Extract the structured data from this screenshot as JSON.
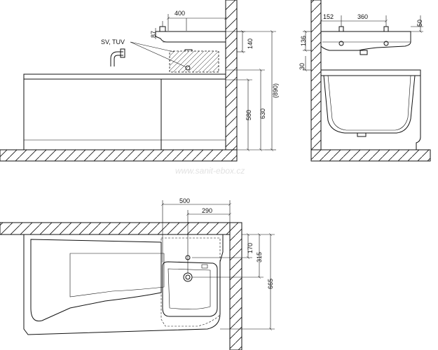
{
  "front_view": {
    "dim_width_top": "400",
    "dim_87": "87",
    "dim_140": "140",
    "dim_580": "580",
    "dim_630": "630",
    "dim_890": "(890)",
    "label_sv_tuv": "SV, TUV"
  },
  "side_view": {
    "dim_152": "152",
    "dim_360": "360",
    "dim_50": "50",
    "dim_136": "136",
    "dim_30": "30"
  },
  "plan_view": {
    "dim_500": "500",
    "dim_290": "290",
    "dim_170": "170",
    "dim_315": "315",
    "dim_665": "665"
  },
  "watermark": "www.sanit-ebox.cz"
}
